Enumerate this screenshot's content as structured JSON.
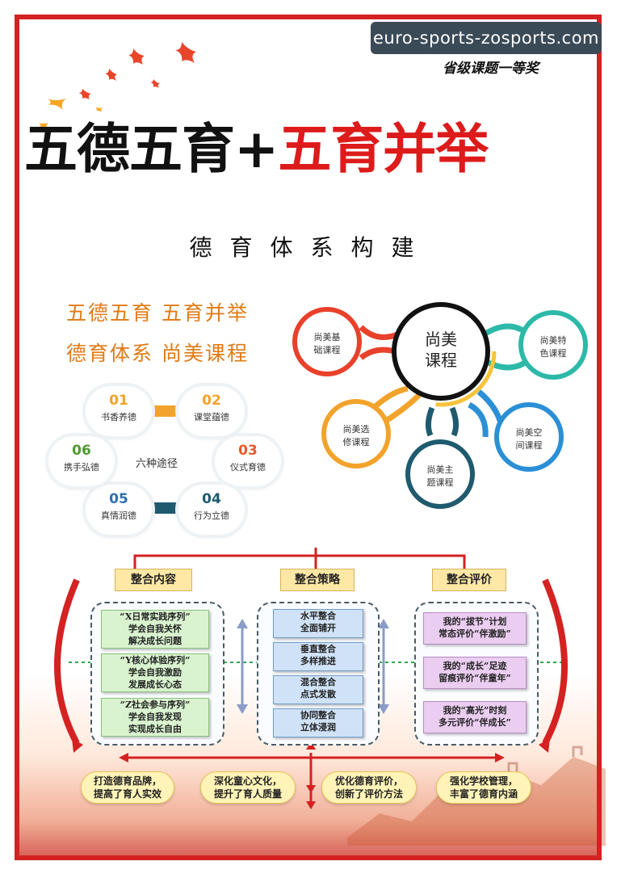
{
  "watermark": "euro-sports-zosports.com",
  "award": "省级课题一等奖",
  "title": {
    "part1": "五德五育+",
    "part2": "五育并举"
  },
  "subtitle": "德育体系构建",
  "slogans": [
    "五德五育  五育并举",
    "德育体系  尚美课程"
  ],
  "six_paths": {
    "center": "六种途径",
    "nodes": [
      {
        "num": "01",
        "label": "书香养德",
        "color": "#f2a32b"
      },
      {
        "num": "02",
        "label": "课堂蕴德",
        "color": "#f2a32b"
      },
      {
        "num": "03",
        "label": "仪式育德",
        "color": "#e25a2a"
      },
      {
        "num": "04",
        "label": "行为立德",
        "color": "#1f5a6e"
      },
      {
        "num": "05",
        "label": "真情润德",
        "color": "#2f6fb0"
      },
      {
        "num": "06",
        "label": "携手弘德",
        "color": "#4d9a2f"
      }
    ]
  },
  "mindmap": {
    "center": [
      "尚美",
      "课程"
    ],
    "nodes": [
      {
        "lines": [
          "尚美基",
          "础课程"
        ],
        "color": "#e8412b"
      },
      {
        "lines": [
          "尚美特",
          "色课程"
        ],
        "color": "#2cb9a7"
      },
      {
        "lines": [
          "尚美选",
          "修课程"
        ],
        "color": "#f2a32b"
      },
      {
        "lines": [
          "尚美主",
          "题课程"
        ],
        "color": "#1f5a6e"
      },
      {
        "lines": [
          "尚美空",
          "间课程"
        ],
        "color": "#2b8fd6"
      }
    ]
  },
  "integration": {
    "headers": [
      "整合内容",
      "整合策略",
      "整合评价"
    ],
    "content": [
      [
        "“X日常实践序列”",
        "学会自我关怀",
        "解决成长问题"
      ],
      [
        "“Y核心体验序列”",
        "学会自我激励",
        "发展成长心态"
      ],
      [
        "“Z社会参与序列”",
        "学会自我发现",
        "实现成长自由"
      ]
    ],
    "strategy": [
      [
        "水平整合",
        "全面铺开"
      ],
      [
        "垂直整合",
        "多样推进"
      ],
      [
        "混合整合",
        "点式发散"
      ],
      [
        "协同整合",
        "立体浸润"
      ]
    ],
    "evaluation": [
      [
        "我的“拔节”计划",
        "常态评价“伴激励”"
      ],
      [
        "我的“成长”足迹",
        "留痕评价“伴童年”"
      ],
      [
        "我的“高光”时刻",
        "多元评价“伴成长”"
      ]
    ],
    "outcomes": [
      [
        "打造德育品牌，",
        "提高了育人实效"
      ],
      [
        "深化童心文化，",
        "提升了育人质量"
      ],
      [
        "优化德育评价，",
        "创新了评价方法"
      ],
      [
        "强化学校管理，",
        "丰富了德育内涵"
      ]
    ]
  },
  "colors": {
    "frame": "#d42222",
    "title_red": "#dd1b1b",
    "slogan": "#e07a14"
  }
}
